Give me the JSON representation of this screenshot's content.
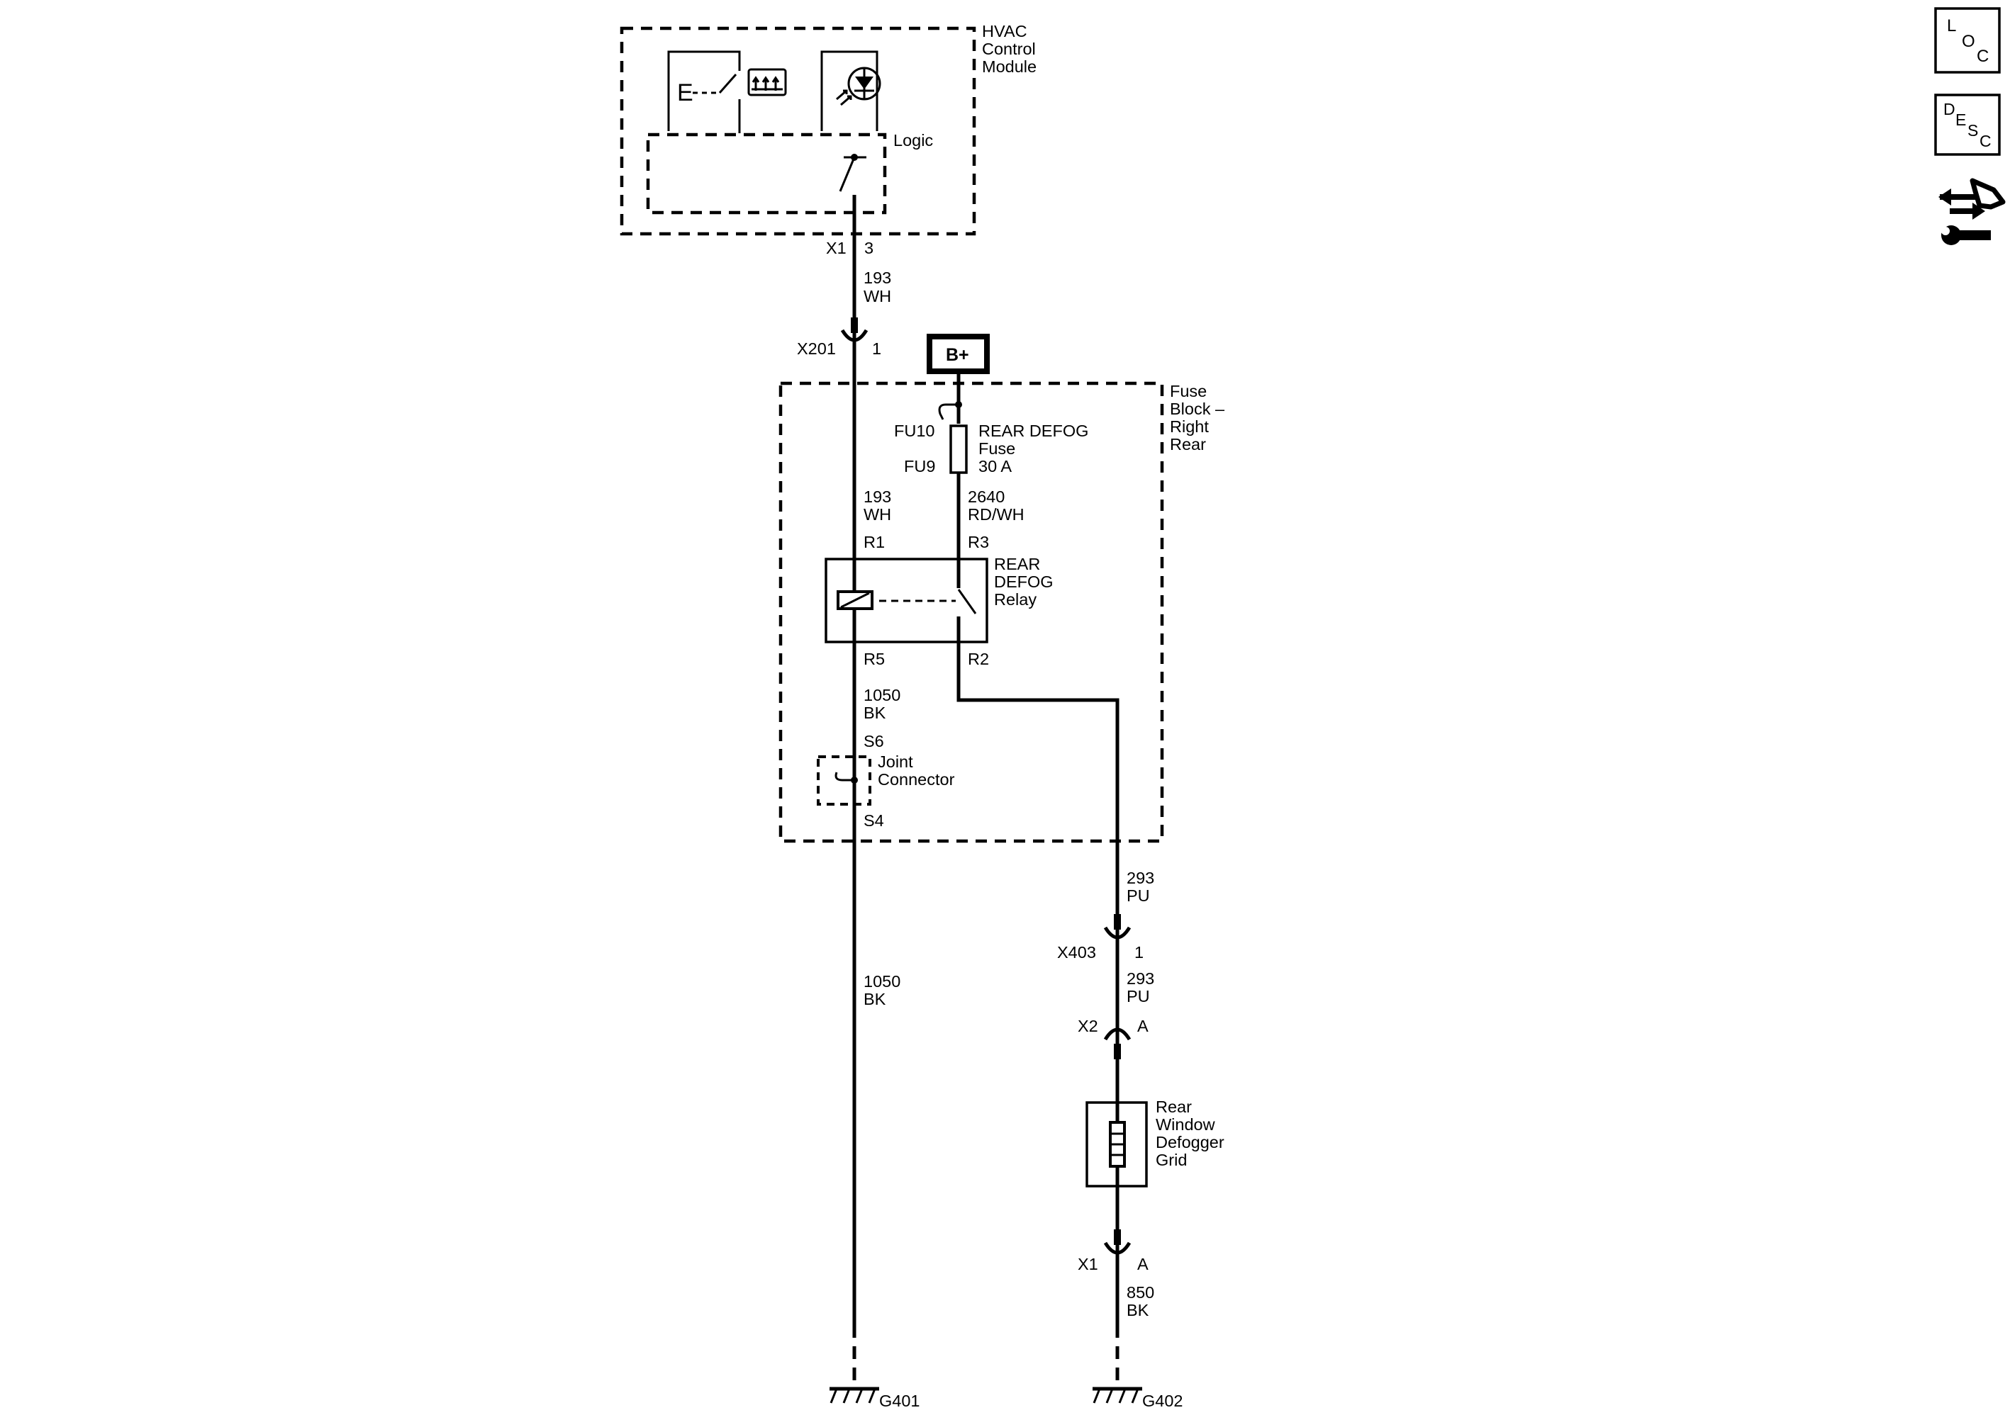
{
  "hvac": {
    "title_lines": [
      "HVAC",
      "Control",
      "Module"
    ],
    "logic_label": "Logic",
    "connector": "X1",
    "pin": "3",
    "wire_circuit": "193",
    "wire_color": "WH"
  },
  "x201": {
    "name": "X201",
    "pin": "1"
  },
  "battery": {
    "label": "B+"
  },
  "fuse_block": {
    "title_lines": [
      "Fuse",
      "Block –",
      "Right",
      "Rear"
    ],
    "fuse_top_terminal": "FU10",
    "fuse_bottom_terminal": "FU9",
    "fuse_name_lines": [
      "REAR DEFOG",
      "Fuse",
      "30 A"
    ],
    "wire_193_circuit": "193",
    "wire_193_color": "WH",
    "wire_2640_circuit": "2640",
    "wire_2640_color": "RD/WH",
    "relay_pin_r1": "R1",
    "relay_pin_r3": "R3",
    "relay_pin_r5": "R5",
    "relay_pin_r2": "R2",
    "relay_name_lines": [
      "REAR",
      "DEFOG",
      "Relay"
    ],
    "wire_1050_circuit": "1050",
    "wire_1050_color": "BK",
    "joint_pin_s6": "S6",
    "joint_pin_s4": "S4",
    "joint_name_lines": [
      "Joint",
      "Connector"
    ]
  },
  "left_branch": {
    "wire_circuit": "1050",
    "wire_color": "BK",
    "ground": "G401"
  },
  "right_branch": {
    "wire1_circuit": "293",
    "wire1_color": "PU",
    "x403_name": "X403",
    "x403_pin": "1",
    "wire2_circuit": "293",
    "wire2_color": "PU",
    "x2_name": "X2",
    "x2_pin": "A",
    "grid_name_lines": [
      "Rear",
      "Window",
      "Defogger",
      "Grid"
    ],
    "x1_name": "X1",
    "x1_pin": "A",
    "wire3_circuit": "850",
    "wire3_color": "BK",
    "ground": "G402"
  },
  "nav_buttons": {
    "loc": [
      "L",
      "O",
      "C"
    ],
    "desc": [
      "D",
      "E",
      "S",
      "C"
    ]
  }
}
